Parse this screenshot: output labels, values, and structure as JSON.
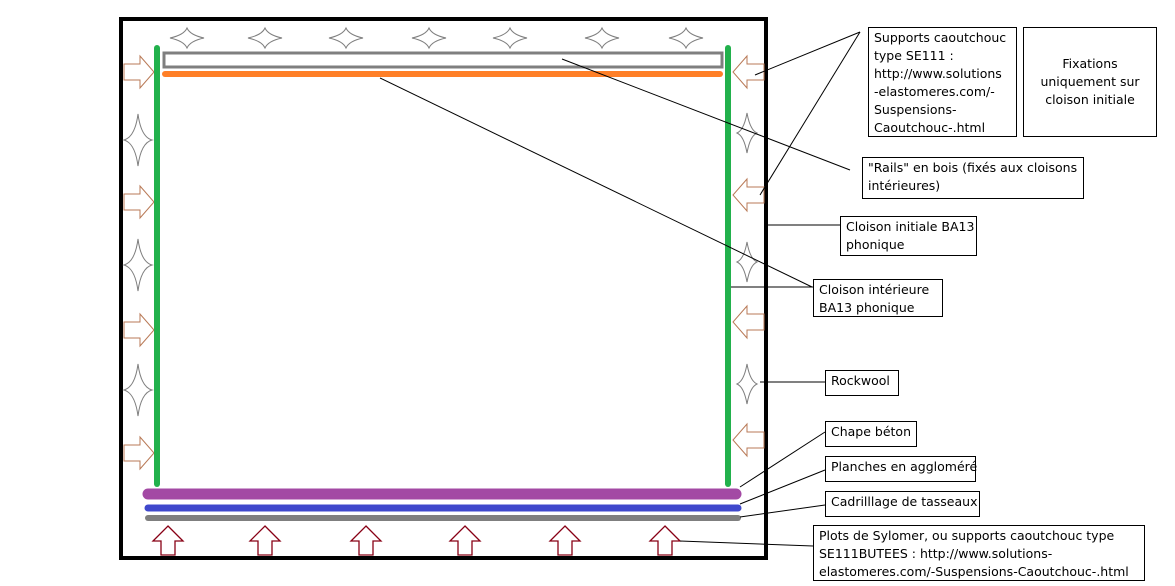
{
  "colors": {
    "frame": "#000000",
    "green": "#22b14c",
    "orange": "#ff7f27",
    "purple": "#a349a4",
    "blue": "#3f48cc",
    "gray": "#7f7f7f",
    "arrow_side": "#b97a57",
    "arrow_bottom": "#880015",
    "star": "#7f7f7f"
  },
  "labels": {
    "supports": [
      "Supports caoutchouc",
      "type SE111 :",
      "http://www.solutions",
      "-elastomeres.com/-",
      "Suspensions-",
      "Caoutchouc-.html"
    ],
    "fixations": [
      "Fixations",
      "uniquement sur",
      "cloison initiale"
    ],
    "rails": [
      "\"Rails\" en bois (fixés aux cloisons",
      "intérieures)"
    ],
    "cloison_initiale": [
      "Cloison initiale BA13",
      "phonique"
    ],
    "cloison_interieure": [
      "Cloison intérieure",
      "BA13 phonique"
    ],
    "rockwool": [
      "Rockwool"
    ],
    "chape": [
      "Chape béton"
    ],
    "planches": [
      "Planches en aggloméré"
    ],
    "cadrillage": [
      "Cadrilllage de tasseaux"
    ],
    "plots": [
      "Plots de Sylomer, ou supports caoutchouc type",
      "SE111BUTEES : http://www.solutions-",
      "elastomeres.com/-Suspensions-Caoutchouc-.html"
    ]
  }
}
